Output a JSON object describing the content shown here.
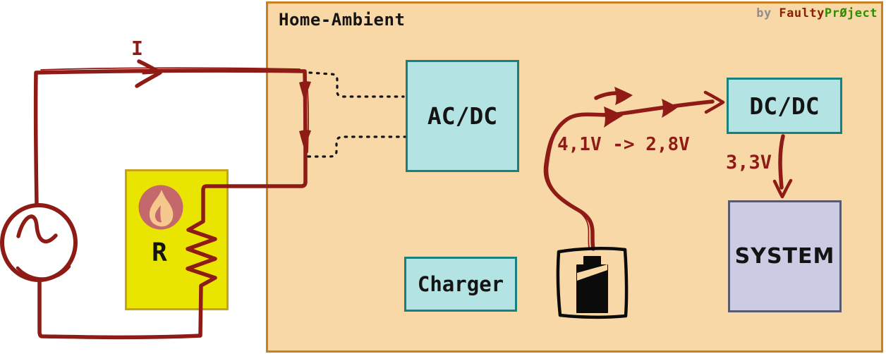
{
  "header": {
    "title": "Home-Ambient",
    "credit": {
      "by": "by ",
      "author_primary": "Faulty",
      "author_secondary": "PrØject"
    }
  },
  "blocks": {
    "acdc": {
      "label": "AC/DC"
    },
    "charger": {
      "label": "Charger"
    },
    "dcdc": {
      "label": "DC/DC"
    },
    "system": {
      "label": "SYSTEM"
    }
  },
  "circuit": {
    "current_label": "I",
    "resistor_label": "R"
  },
  "annotations": {
    "battery_to_dcdc": "4,1V -> 2,8V",
    "dcdc_to_system": "3,3V"
  },
  "icons": {
    "fire": "fire-icon",
    "battery": "battery-icon",
    "ac_source": "ac-source-icon"
  },
  "colors": {
    "ink": "#8E1B15",
    "dotted_ink": "#141414",
    "battery_ink": "#0B0B0B",
    "text_black": "#141414",
    "panel_bg": "#F9D8A7",
    "panel_border": "#C9801E",
    "box_cyan_bg": "#B4E3E3",
    "box_cyan_border": "#18807E",
    "system_bg": "#CBCBE3",
    "system_border": "#5A5A6E",
    "resistor_bg": "#E9E500",
    "resistor_border": "#C9A21B",
    "fire_circle": "#C4686B",
    "fire_flame": "#F6C88D",
    "credit_by": "#8E8E8E",
    "credit_faulty": "#8B2000",
    "credit_project": "#2E8F00"
  }
}
